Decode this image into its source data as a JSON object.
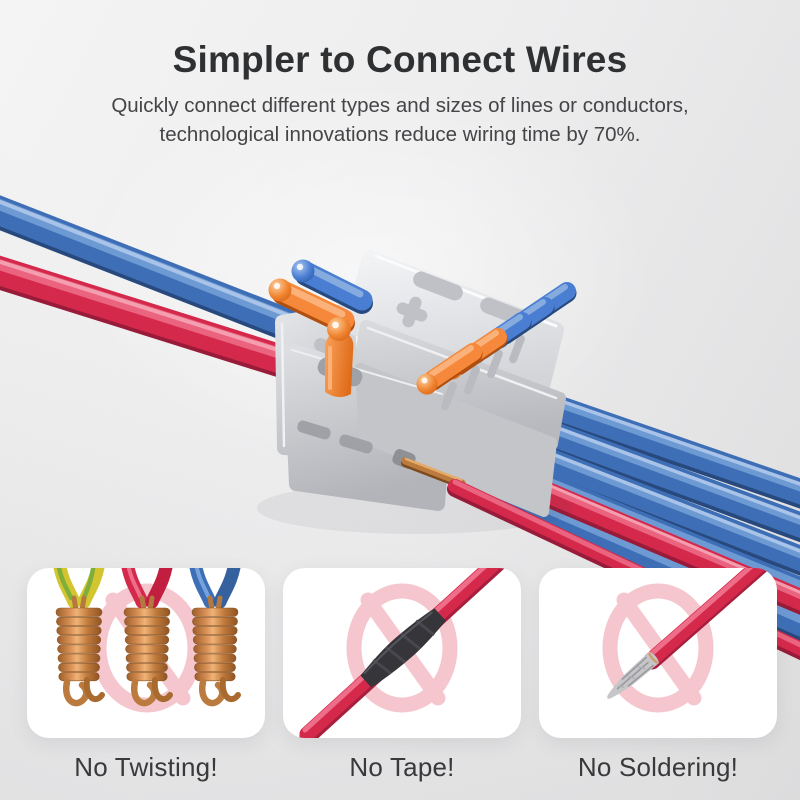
{
  "header": {
    "title": "Simpler to Connect Wires",
    "subtitle_line1": "Quickly connect different types and sizes of lines or conductors,",
    "subtitle_line2": "technological innovations reduce wiring time by 70%."
  },
  "hero": {
    "subject": "quick-wire-connector with lever clamps, blue and red wires passing through"
  },
  "panels": [
    {
      "label": "No Twisting!"
    },
    {
      "label": "No Tape!"
    },
    {
      "label": "No Soldering!"
    }
  ],
  "theme": {
    "wire_blue": "#3e6fb6",
    "wire_red": "#d5294b",
    "lever_orange": "#f5883a",
    "lever_blue": "#4a7ed2",
    "connector_gray": "#d6d8db",
    "copper": "#bb7a3e",
    "prohibition_pink": "#f5c6ce",
    "panel_bg": "#ffffff",
    "text_dark": "#2e3032"
  }
}
